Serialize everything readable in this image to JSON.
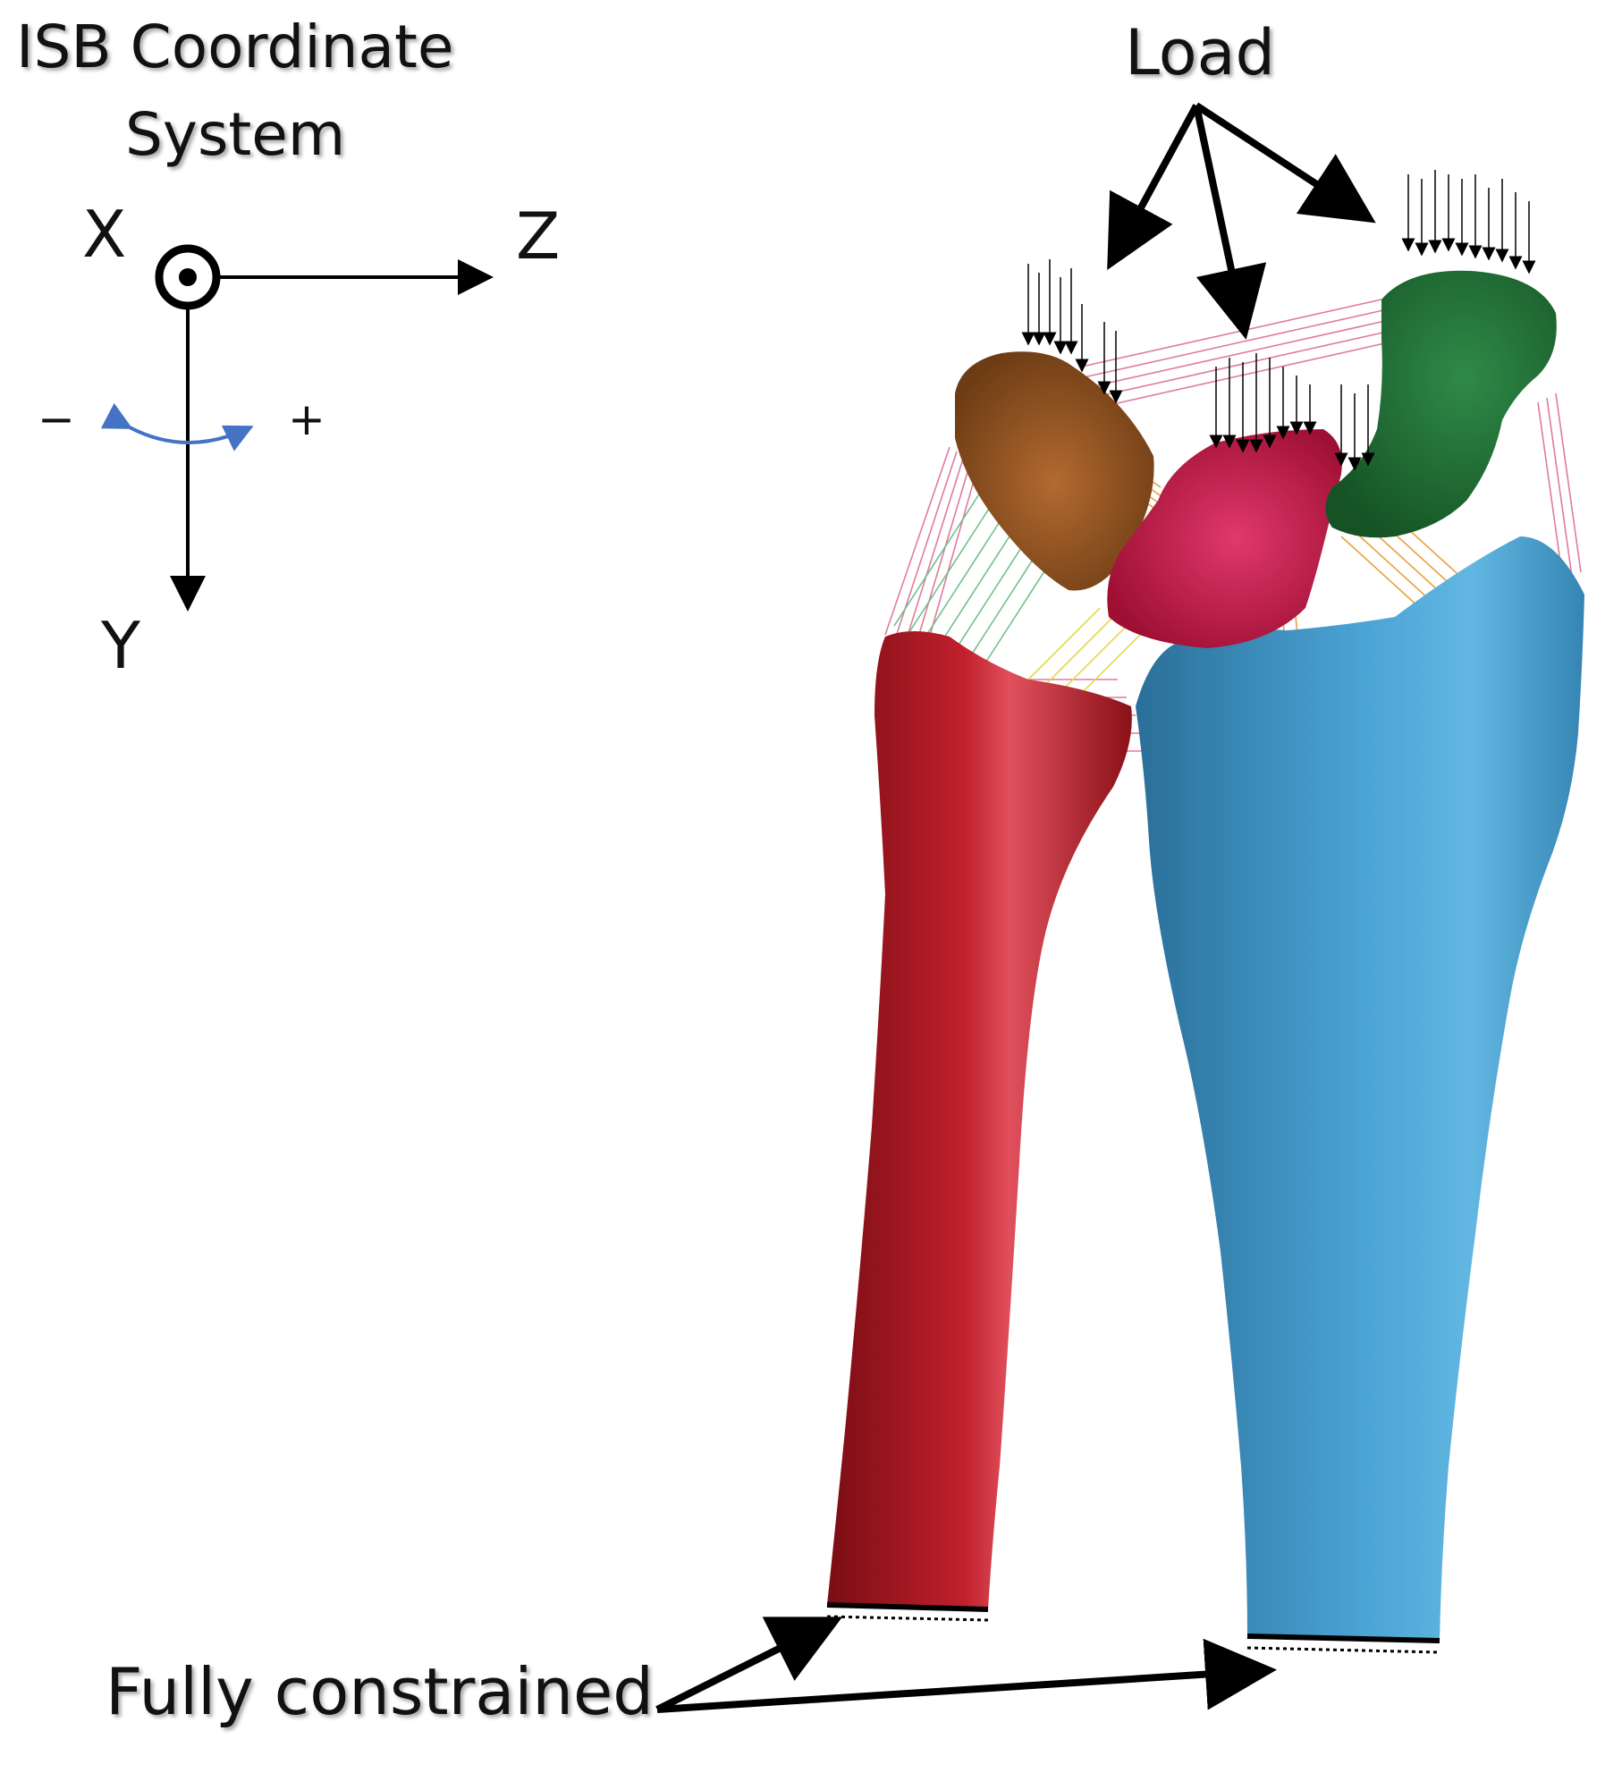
{
  "coordinate_system": {
    "title_line1": "ISB Coordinate",
    "title_line2": "System",
    "axis_x": "X",
    "axis_y": "Y",
    "axis_z": "Z",
    "rotation_negative": "−",
    "rotation_positive": "+",
    "rotation_arrow_color": "#4472c4"
  },
  "annotations": {
    "load_label": "Load",
    "constraint_label": "Fully constrained"
  },
  "colors": {
    "ulna_red": "#a3121c",
    "radius_blue": "#3f97c9",
    "lunate_crimson": "#c2153f",
    "scaphoid_green": "#1f6b33",
    "triquetrum_brown": "#8a5020",
    "ligament_pink": "#e07aa0",
    "ligament_orange": "#e8a040",
    "ligament_green": "#6fc08a",
    "ligament_yellow": "#e6d84a"
  }
}
